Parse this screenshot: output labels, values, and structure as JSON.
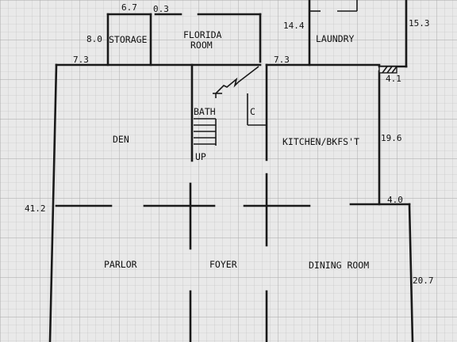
{
  "rooms": {
    "storage": "STORAGE",
    "florida_line1": "FLORIDA",
    "florida_line2": "ROOM",
    "laundry": "LAUNDRY",
    "bath": "BATH",
    "closet": "C",
    "up": "UP",
    "den": "DEN",
    "kitchen": "KITCHEN/BKFS'T",
    "parlor": "PARLOR",
    "foyer": "FOYER",
    "dining": "DINING ROOM"
  },
  "dimensions": {
    "storage_top": "6.7",
    "gap_top": "0.3",
    "storage_side": "8.0",
    "den_top": "7.3",
    "laundry_left": "14.4",
    "kitchen_top": "7.3",
    "laundry_right": "15.3",
    "chimney": "4.1",
    "kitchen_side": "19.6",
    "dining_offset": "4.0",
    "house_depth": "41.2",
    "dining_side": "20.7"
  }
}
